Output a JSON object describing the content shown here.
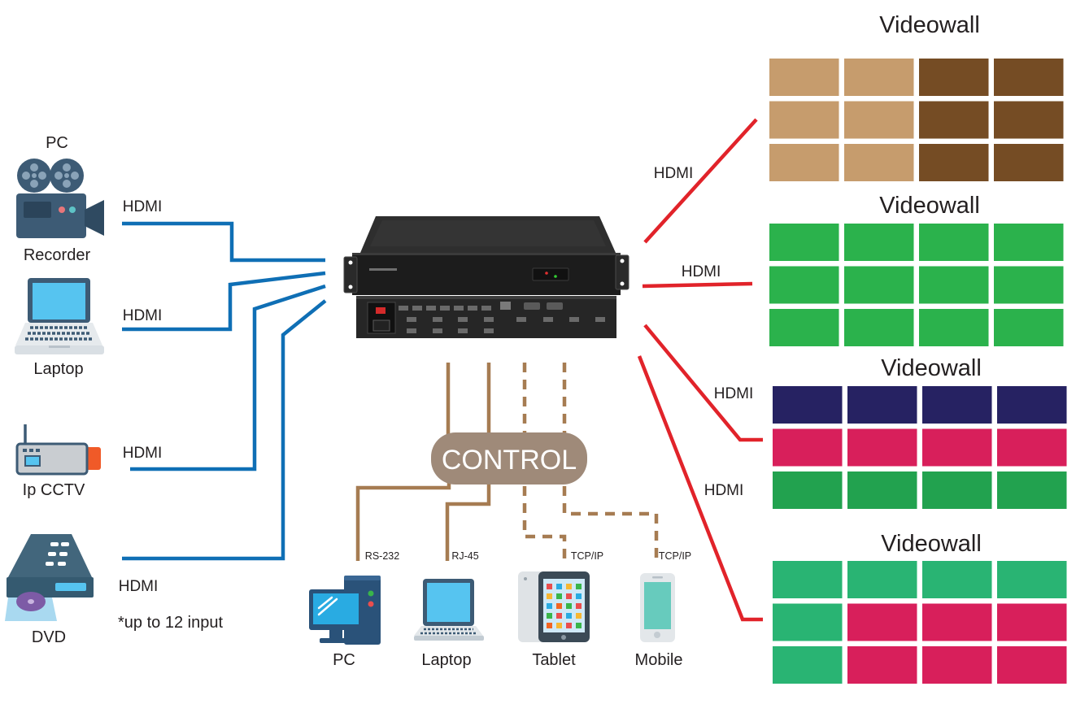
{
  "colors": {
    "input_cable": "#0f6fb5",
    "output_cable": "#e1232a",
    "control_cable": "#a67c52",
    "control_badge": "#9f8a79"
  },
  "sources": [
    {
      "caption": "PC",
      "label": "Recorder",
      "icon": "video-camera-icon",
      "cable_label": "HDMI"
    },
    {
      "label": "Laptop",
      "icon": "laptop-icon",
      "cable_label": "HDMI"
    },
    {
      "label": "Ip CCTV",
      "icon": "router-icon",
      "cable_label": "HDMI"
    },
    {
      "label": "DVD",
      "icon": "dvd-player-icon",
      "cable_label": "HDMI"
    }
  ],
  "input_note": "*up to 12 input",
  "controller": {
    "icon": "videowall-controller-icon"
  },
  "videowalls": [
    {
      "title": "Videowall",
      "cable_label": "HDMI",
      "tiles": [
        [
          "#c69c6d",
          "#c69c6d",
          "#754c24",
          "#754c24"
        ],
        [
          "#c69c6d",
          "#c69c6d",
          "#754c24",
          "#754c24"
        ],
        [
          "#c69c6d",
          "#c69c6d",
          "#754c24",
          "#754c24"
        ]
      ]
    },
    {
      "title": "Videowall",
      "cable_label": "HDMI",
      "tiles": [
        [
          "#2bb24c",
          "#2bb24c",
          "#2bb24c",
          "#2bb24c"
        ],
        [
          "#2bb24c",
          "#2bb24c",
          "#2bb24c",
          "#2bb24c"
        ],
        [
          "#2bb24c",
          "#2bb24c",
          "#2bb24c",
          "#2bb24c"
        ]
      ]
    },
    {
      "title": "Videowall",
      "cable_label": "HDMI",
      "tiles": [
        [
          "#262262",
          "#262262",
          "#262262",
          "#262262"
        ],
        [
          "#d81f5b",
          "#d81f5b",
          "#d81f5b",
          "#d81f5b"
        ],
        [
          "#22a24f",
          "#22a24f",
          "#22a24f",
          "#22a24f"
        ]
      ]
    },
    {
      "title": "Videowall",
      "cable_label": "HDMI",
      "tiles": [
        [
          "#29b473",
          "#29b473",
          "#29b473",
          "#29b473"
        ],
        [
          "#29b473",
          "#d81f5b",
          "#d81f5b",
          "#d81f5b"
        ],
        [
          "#29b473",
          "#d81f5b",
          "#d81f5b",
          "#d81f5b"
        ]
      ]
    }
  ],
  "control": {
    "label": "CONTROL",
    "devices": [
      {
        "connection": "RS-232",
        "label": "PC",
        "icon": "desktop-computer-icon"
      },
      {
        "connection": "RJ-45",
        "label": "Laptop",
        "icon": "laptop-icon"
      },
      {
        "connection": "TCP/IP",
        "label": "Tablet",
        "icon": "tablet-icon"
      },
      {
        "connection": "TCP/IP",
        "label": "Mobile",
        "icon": "mobile-phone-icon"
      }
    ]
  }
}
